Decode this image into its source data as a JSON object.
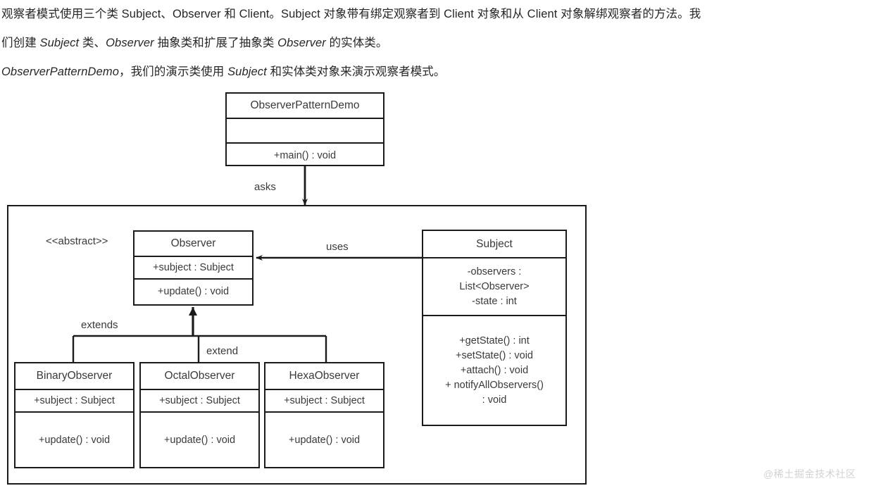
{
  "article": {
    "paragraphs": [
      {
        "id": "p1",
        "segments": [
          {
            "text": "观察者模式使用三个类 Subject、Observer 和 Client。Subject 对象带有绑定观察者到 Client 对象和从 Client 对象解绑观察者的方法。我",
            "italic": false
          }
        ]
      },
      {
        "id": "p2",
        "segments": [
          {
            "text": "们创建 ",
            "italic": false
          },
          {
            "text": "Subject",
            "italic": true
          },
          {
            "text": " 类、",
            "italic": false
          },
          {
            "text": "Observer",
            "italic": true
          },
          {
            "text": " 抽象类和扩展了抽象类 ",
            "italic": false
          },
          {
            "text": "Observer",
            "italic": true
          },
          {
            "text": " 的实体类。",
            "italic": false
          }
        ]
      },
      {
        "id": "p3",
        "segments": [
          {
            "text": "ObserverPatternDemo",
            "italic": true
          },
          {
            "text": "，我们的演示类使用 ",
            "italic": false
          },
          {
            "text": "Subject",
            "italic": true
          },
          {
            "text": " 和实体类对象来演示观察者模式。",
            "italic": false
          }
        ]
      }
    ]
  },
  "diagram": {
    "type": "uml-class-diagram",
    "stroke_color": "#1b1b1b",
    "text_color": "#3a3a3a",
    "classes": [
      {
        "key": "demo",
        "name": "ObserverPatternDemo",
        "attributes": [],
        "operations": [
          "+main() : void"
        ],
        "stereotype": ""
      },
      {
        "key": "observer",
        "name": "Observer",
        "attributes": [
          "+subject  : Subject"
        ],
        "operations": [
          "+update() : void"
        ],
        "stereotype": "<<abstract>>"
      },
      {
        "key": "subject",
        "name": "Subject",
        "attributes": [
          "-observers  :",
          "List<Observer>",
          "-state : int"
        ],
        "operations": [
          "+getState() : int",
          "+setState() : void",
          "+attach() : void",
          "+ notifyAllObservers()",
          ": void"
        ],
        "stereotype": ""
      },
      {
        "key": "binary",
        "name": "BinaryObserver",
        "attributes": [
          "+subject  : Subject"
        ],
        "operations": [
          "+update() : void"
        ],
        "stereotype": ""
      },
      {
        "key": "octal",
        "name": "OctalObserver",
        "attributes": [
          "+subject  : Subject"
        ],
        "operations": [
          "+update() : void"
        ],
        "stereotype": ""
      },
      {
        "key": "hexa",
        "name": "HexaObserver",
        "attributes": [
          "+subject  : Subject"
        ],
        "operations": [
          "+update() : void"
        ],
        "stereotype": ""
      }
    ],
    "relations": [
      {
        "key": "asks",
        "label": "asks",
        "from": "demo",
        "to": "package",
        "kind": "directed-association"
      },
      {
        "key": "uses",
        "label": "uses",
        "from": "subject",
        "to": "observer",
        "kind": "directed-association"
      },
      {
        "key": "extends",
        "label": "extends",
        "from": "binary",
        "to": "observer",
        "kind": "generalization"
      },
      {
        "key": "extend",
        "label": "extend",
        "from": "octal",
        "to": "observer",
        "kind": "generalization"
      }
    ]
  },
  "watermark": {
    "text": "@稀土掘金技术社区"
  }
}
